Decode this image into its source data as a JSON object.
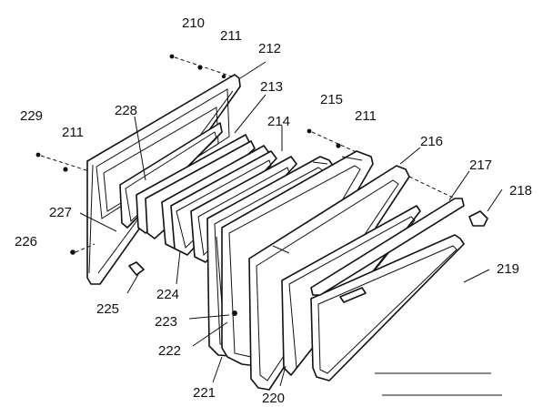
{
  "diagram": {
    "labels": {
      "l210": "210",
      "l211a": "211",
      "l212": "212",
      "l213": "213",
      "l214": "214",
      "l215": "215",
      "l211b": "211",
      "l216": "216",
      "l217": "217",
      "l218": "218",
      "l219": "219",
      "l228": "228",
      "l229": "229",
      "l211c": "211",
      "l227": "227",
      "l226": "226",
      "l225": "225",
      "l224": "224",
      "l223": "223",
      "l222": "222",
      "l221": "221",
      "l220": "220"
    },
    "colors": {
      "ink": "#111111",
      "paper": "#ffffff"
    }
  }
}
